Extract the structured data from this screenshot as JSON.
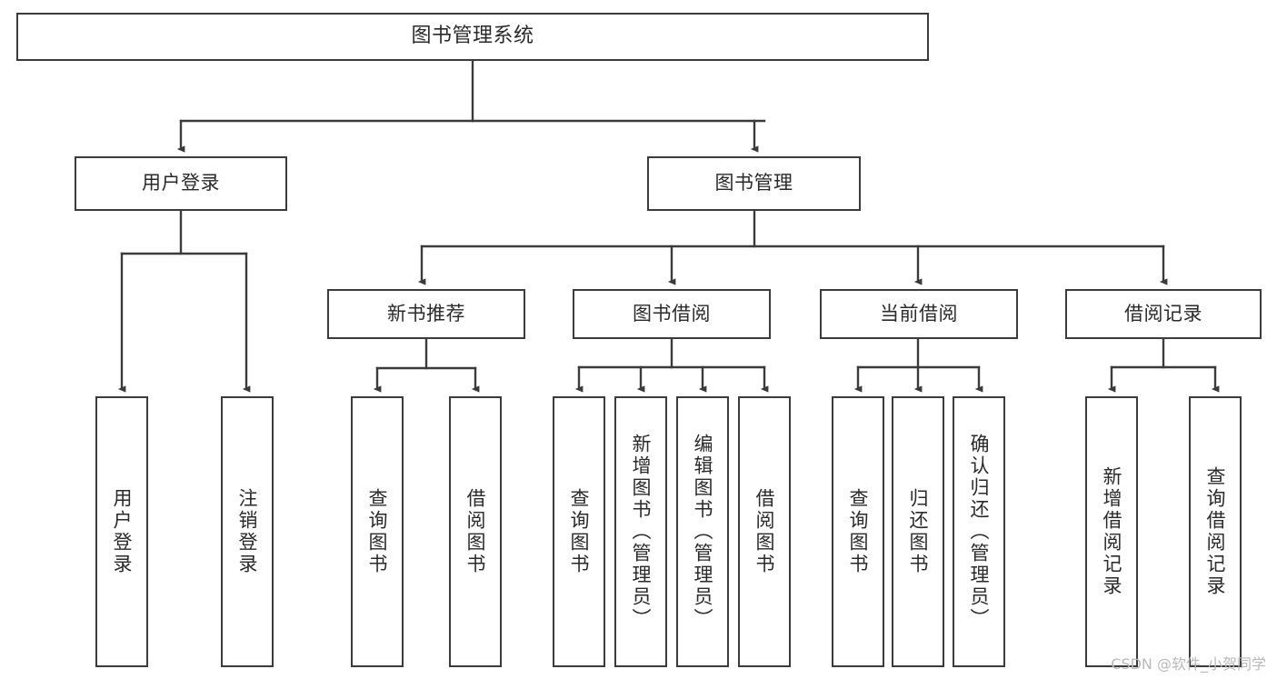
{
  "diagram": {
    "title": "图书管理系统",
    "type": "tree-hierarchy",
    "orientation": "top-down",
    "style": {
      "box_border_color": "#3b3b3b",
      "box_fill_color": "#ffffff",
      "connector_color": "#3b3b3b",
      "text_color": "#2a2a2a",
      "background": "#ffffff"
    },
    "root": {
      "id": "root",
      "label": "图书管理系统"
    },
    "level2": [
      {
        "id": "user-login",
        "label": "用户登录"
      },
      {
        "id": "book-manage",
        "label": "图书管理"
      }
    ],
    "level3": [
      {
        "id": "new-book-rec",
        "label": "新书推荐",
        "parent": "book-manage"
      },
      {
        "id": "book-borrow",
        "label": "图书借阅",
        "parent": "book-manage"
      },
      {
        "id": "current-borrow",
        "label": "当前借阅",
        "parent": "book-manage"
      },
      {
        "id": "borrow-record",
        "label": "借阅记录",
        "parent": "book-manage"
      }
    ],
    "leaves": [
      {
        "id": "leaf-user-login",
        "label": "用户登录",
        "parent": "user-login"
      },
      {
        "id": "leaf-logout",
        "label": "注销登录",
        "parent": "user-login"
      },
      {
        "id": "leaf-query-book-1",
        "label": "查询图书",
        "parent": "new-book-rec"
      },
      {
        "id": "leaf-borrow-book-1",
        "label": "借阅图书",
        "parent": "new-book-rec"
      },
      {
        "id": "leaf-query-book-2",
        "label": "查询图书",
        "parent": "book-borrow"
      },
      {
        "id": "leaf-add-book",
        "label": "新增图书（管理员）",
        "parent": "book-borrow"
      },
      {
        "id": "leaf-edit-book",
        "label": "编辑图书（管理员）",
        "parent": "book-borrow"
      },
      {
        "id": "leaf-borrow-book-2",
        "label": "借阅图书",
        "parent": "book-borrow"
      },
      {
        "id": "leaf-query-book-3",
        "label": "查询图书",
        "parent": "current-borrow"
      },
      {
        "id": "leaf-return-book",
        "label": "归还图书",
        "parent": "current-borrow"
      },
      {
        "id": "leaf-confirm-return",
        "label": "确认归还（管理员）",
        "parent": "current-borrow"
      },
      {
        "id": "leaf-add-record",
        "label": "新增借阅记录",
        "parent": "borrow-record"
      },
      {
        "id": "leaf-query-record",
        "label": "查询借阅记录",
        "parent": "borrow-record"
      }
    ]
  },
  "watermark": {
    "text": "CSDN @软件_小贺同学"
  }
}
